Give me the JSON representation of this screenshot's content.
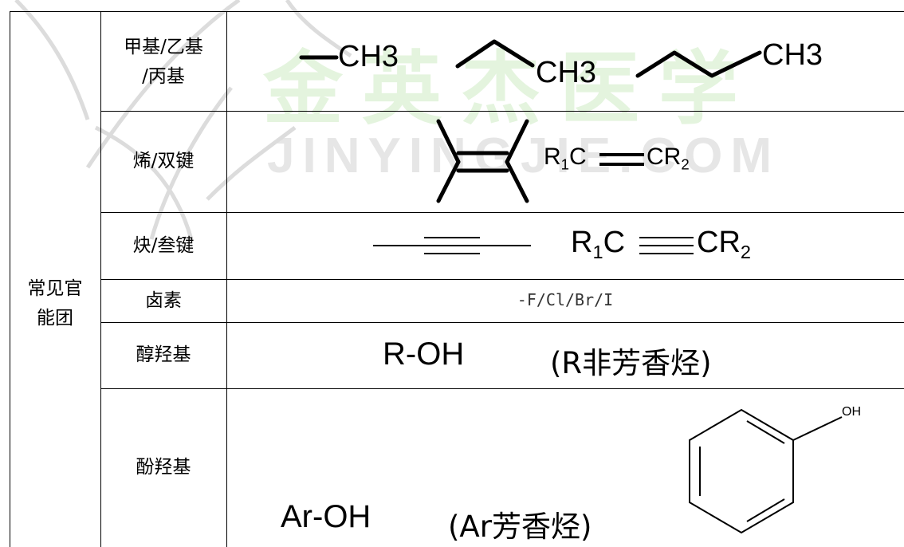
{
  "category_label": "常见官能团",
  "category_lines": [
    "常见官",
    "能团"
  ],
  "rows": [
    {
      "name": "甲基/乙基/丙基",
      "name_lines": [
        "甲基/乙基",
        "/丙基"
      ],
      "structures": [
        "CH3",
        "CH3",
        "CH3"
      ]
    },
    {
      "name": "烯/双键",
      "formula": {
        "left": "R",
        "left_sub": "1",
        "mid_left": "C",
        "mid_right": "CR",
        "right_sub": "2"
      }
    },
    {
      "name": "炔/叁键",
      "formula": {
        "left": "R",
        "left_sub": "1",
        "mid_left": "C",
        "mid_right": "CR",
        "right_sub": "2"
      }
    },
    {
      "name": "卤素",
      "value": "-F/Cl/Br/I"
    },
    {
      "name": "醇羟基",
      "formula": "R-OH",
      "note": "(R非芳香烃)"
    },
    {
      "name": "酚羟基",
      "formula": "Ar-OH",
      "note": "(Ar芳香烃)",
      "ring_label": "OH"
    }
  ],
  "watermark": {
    "latin": "JINYINGJIE.COM",
    "chinese": "金英杰医学"
  },
  "colors": {
    "line": "#000000",
    "watermark_latin": "#e6e6e6",
    "watermark_cn": "#e4f4de"
  }
}
